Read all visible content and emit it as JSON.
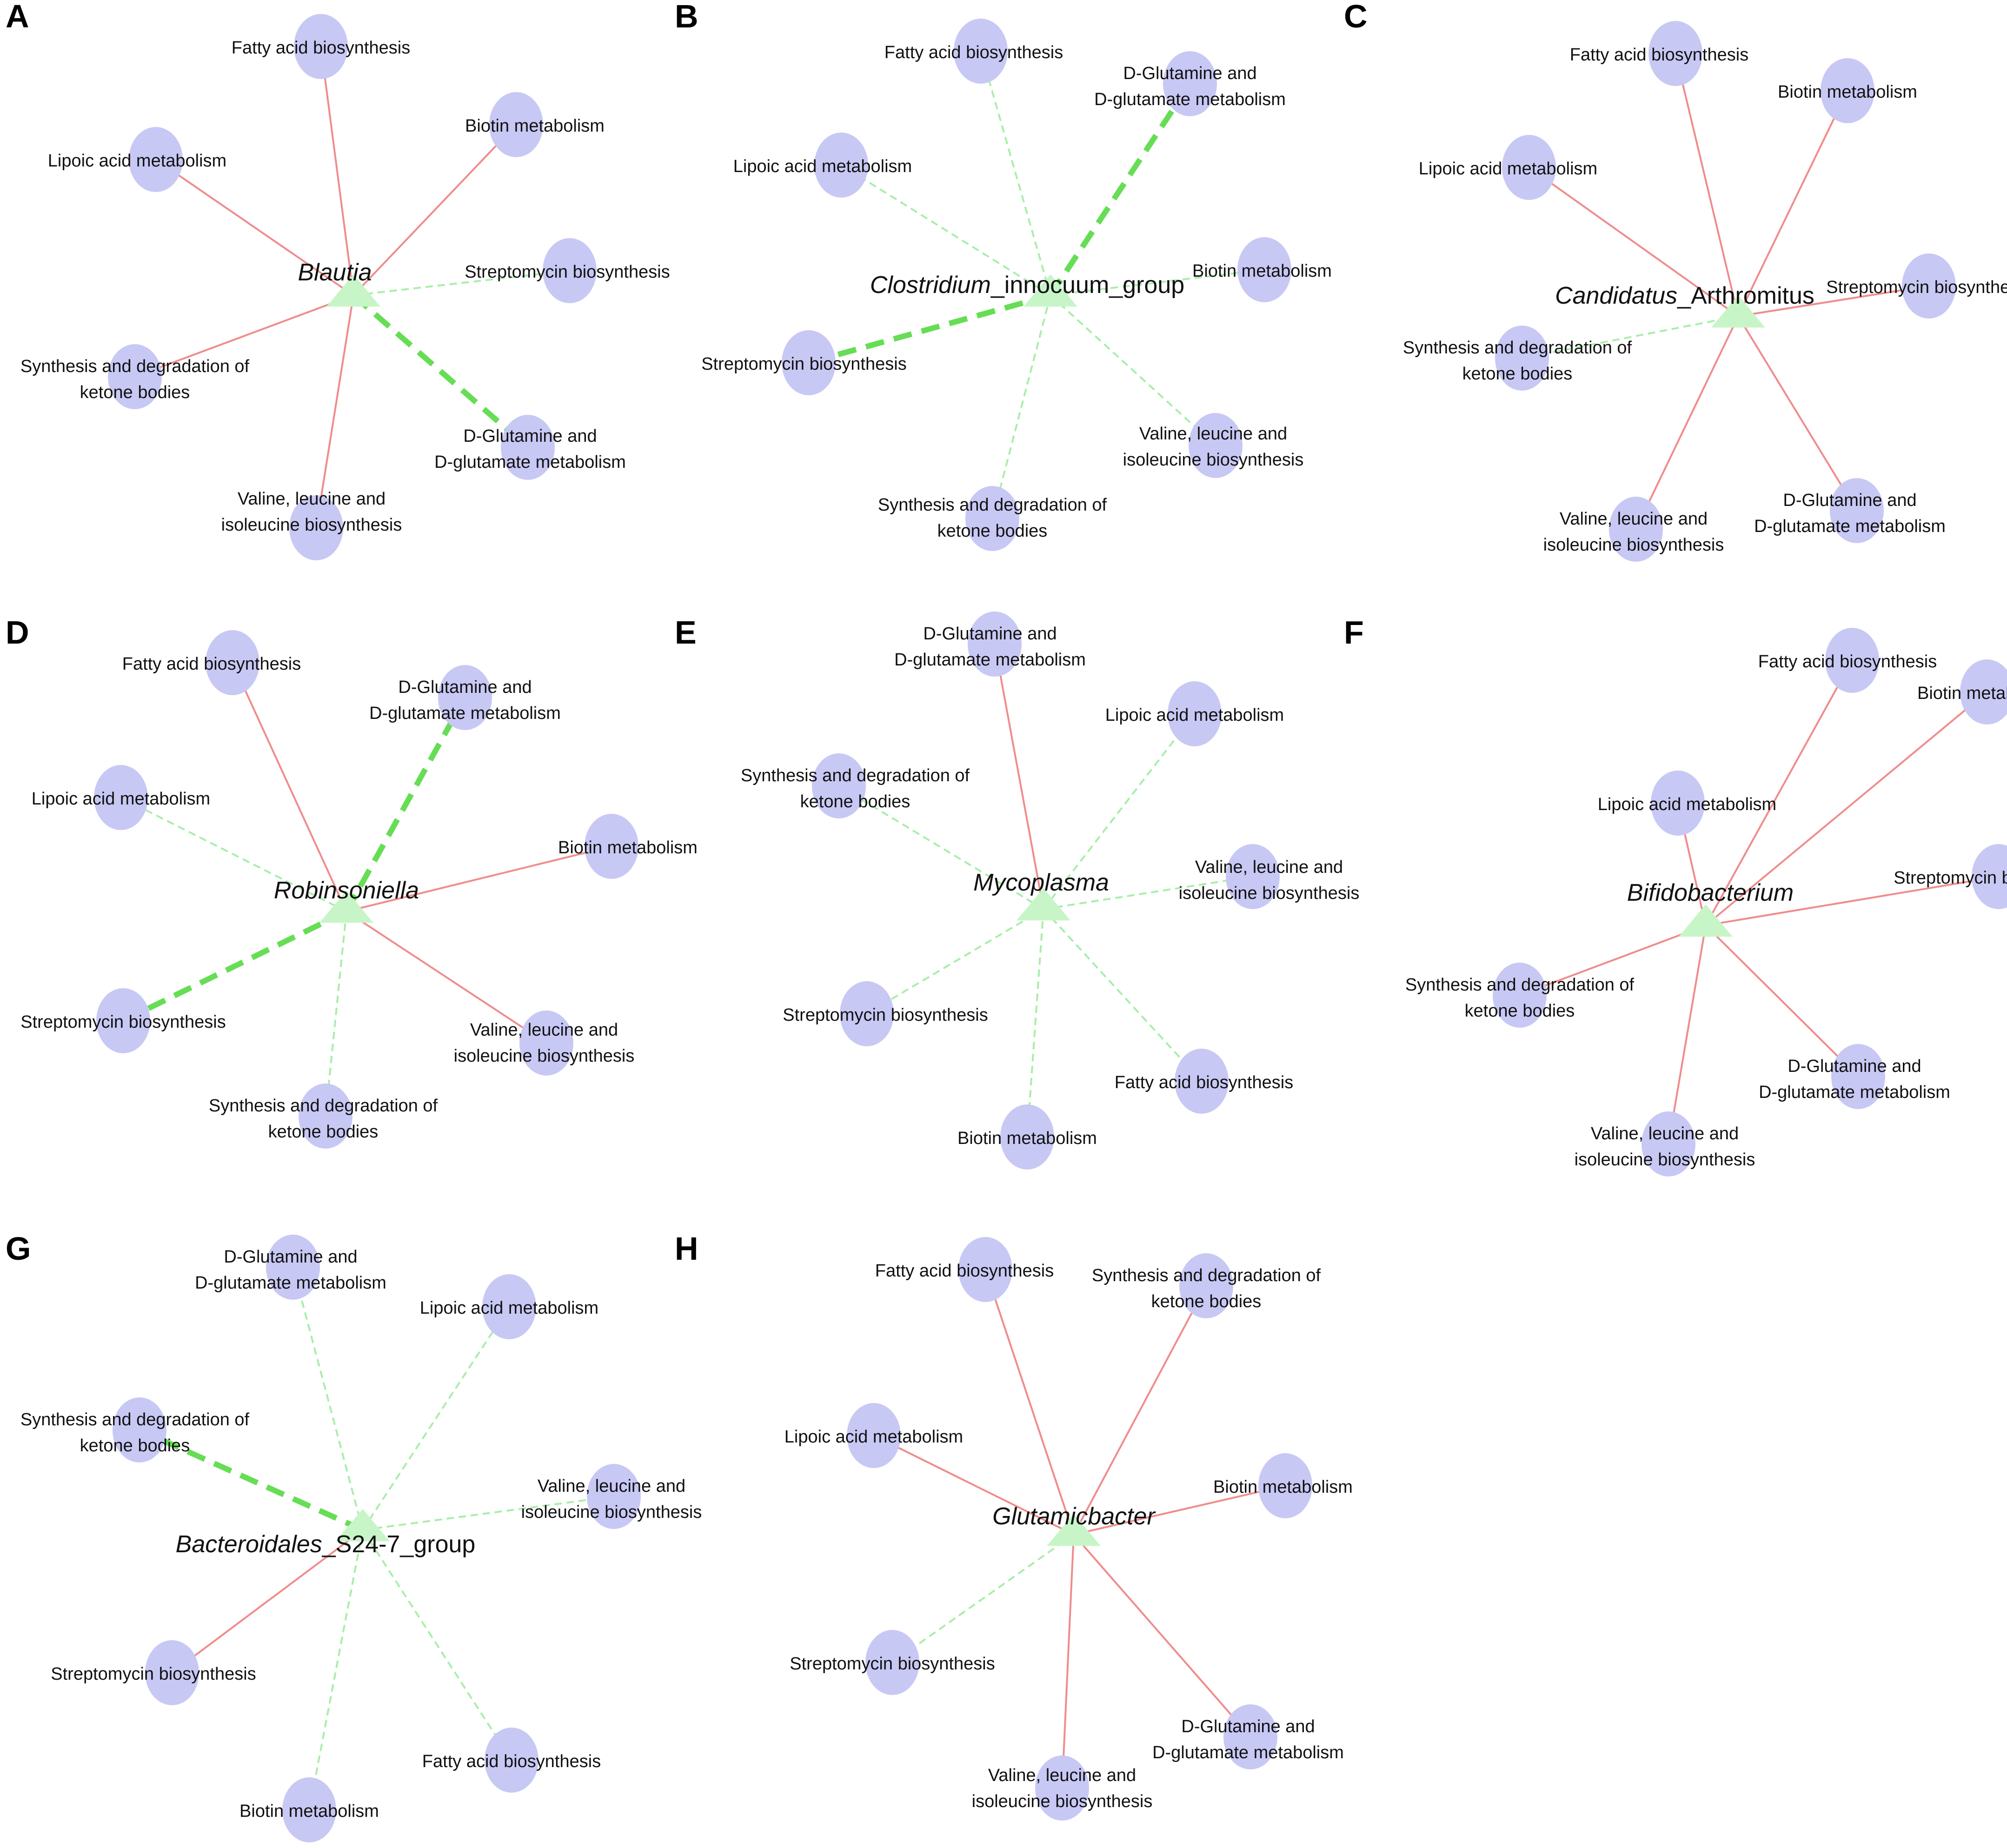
{
  "colors": {
    "node_fill": "#c8c8f5",
    "hub_fill": "#c8f5c8",
    "edge_positive": "#f08c8c",
    "edge_negative": "#a8eea8",
    "edge_negative_strong": "#66dd55",
    "text": "#111111"
  },
  "panels": [
    {
      "letter": "A",
      "hub": {
        "italic": "Blautia",
        "rest": ""
      },
      "nodes": [
        {
          "lines": [
            "Fatty acid biosynthesis"
          ],
          "edge": "pos",
          "w": 1
        },
        {
          "lines": [
            "Biotin metabolism"
          ],
          "edge": "pos",
          "w": 1
        },
        {
          "lines": [
            "Lipoic acid metabolism"
          ],
          "edge": "pos",
          "w": 1
        },
        {
          "lines": [
            "Streptomycin biosynthesis"
          ],
          "edge": "neg",
          "w": 1
        },
        {
          "lines": [
            "Synthesis and degradation of",
            "ketone bodies"
          ],
          "edge": "pos",
          "w": 1
        },
        {
          "lines": [
            "D-Glutamine and",
            "D-glutamate metabolism"
          ],
          "edge": "neg",
          "w": 3
        },
        {
          "lines": [
            "Valine, leucine and",
            "isoleucine biosynthesis"
          ],
          "edge": "pos",
          "w": 1
        }
      ]
    },
    {
      "letter": "B",
      "hub": {
        "italic": "Clostridium",
        "rest": "_innocuum_group"
      },
      "nodes": [
        {
          "lines": [
            "Fatty acid biosynthesis"
          ],
          "edge": "neg",
          "w": 1
        },
        {
          "lines": [
            "D-Glutamine and",
            "D-glutamate metabolism"
          ],
          "edge": "neg",
          "w": 3
        },
        {
          "lines": [
            "Lipoic acid metabolism"
          ],
          "edge": "neg",
          "w": 1
        },
        {
          "lines": [
            "Biotin metabolism"
          ],
          "edge": "neg",
          "w": 1
        },
        {
          "lines": [
            "Streptomycin biosynthesis"
          ],
          "edge": "neg",
          "w": 3
        },
        {
          "lines": [
            "Valine, leucine and",
            "isoleucine biosynthesis"
          ],
          "edge": "neg",
          "w": 1
        },
        {
          "lines": [
            "Synthesis and degradation of",
            "ketone bodies"
          ],
          "edge": "neg",
          "w": 1
        }
      ]
    },
    {
      "letter": "C",
      "hub": {
        "italic": "Candidatus",
        "rest": "_Arthromitus"
      },
      "nodes": [
        {
          "lines": [
            "Fatty acid biosynthesis"
          ],
          "edge": "pos",
          "w": 1
        },
        {
          "lines": [
            "Biotin metabolism"
          ],
          "edge": "pos",
          "w": 1
        },
        {
          "lines": [
            "Lipoic acid metabolism"
          ],
          "edge": "pos",
          "w": 1
        },
        {
          "lines": [
            "Streptomycin biosynthesis"
          ],
          "edge": "pos",
          "w": 1
        },
        {
          "lines": [
            "Synthesis and degradation of",
            "ketone bodies"
          ],
          "edge": "neg",
          "w": 1
        },
        {
          "lines": [
            "Valine, leucine and",
            "isoleucine biosynthesis"
          ],
          "edge": "pos",
          "w": 1
        },
        {
          "lines": [
            "D-Glutamine and",
            "D-glutamate metabolism"
          ],
          "edge": "pos",
          "w": 1
        }
      ]
    },
    {
      "letter": "D",
      "hub": {
        "italic": "Robinsoniella",
        "rest": ""
      },
      "nodes": [
        {
          "lines": [
            "Fatty acid biosynthesis"
          ],
          "edge": "pos",
          "w": 1
        },
        {
          "lines": [
            "D-Glutamine and",
            "D-glutamate metabolism"
          ],
          "edge": "neg",
          "w": 3
        },
        {
          "lines": [
            "Lipoic acid metabolism"
          ],
          "edge": "neg",
          "w": 1
        },
        {
          "lines": [
            "Biotin metabolism"
          ],
          "edge": "pos",
          "w": 1
        },
        {
          "lines": [
            "Streptomycin biosynthesis"
          ],
          "edge": "neg",
          "w": 3
        },
        {
          "lines": [
            "Valine, leucine and",
            "isoleucine biosynthesis"
          ],
          "edge": "pos",
          "w": 1
        },
        {
          "lines": [
            "Synthesis and degradation of",
            "ketone bodies"
          ],
          "edge": "neg",
          "w": 1
        }
      ]
    },
    {
      "letter": "E",
      "hub": {
        "italic": "Mycoplasma",
        "rest": ""
      },
      "nodes": [
        {
          "lines": [
            "D-Glutamine and",
            "D-glutamate metabolism"
          ],
          "edge": "pos",
          "w": 1
        },
        {
          "lines": [
            "Lipoic acid metabolism"
          ],
          "edge": "neg",
          "w": 1
        },
        {
          "lines": [
            "Synthesis and degradation of",
            "ketone bodies"
          ],
          "edge": "neg",
          "w": 1
        },
        {
          "lines": [
            "Valine, leucine and",
            "isoleucine biosynthesis"
          ],
          "edge": "neg",
          "w": 1
        },
        {
          "lines": [
            "Streptomycin biosynthesis"
          ],
          "edge": "neg",
          "w": 1
        },
        {
          "lines": [
            "Fatty acid biosynthesis"
          ],
          "edge": "neg",
          "w": 1
        },
        {
          "lines": [
            "Biotin metabolism"
          ],
          "edge": "neg",
          "w": 1
        }
      ]
    },
    {
      "letter": "F",
      "hub": {
        "italic": "Bifidobacterium",
        "rest": ""
      },
      "nodes": [
        {
          "lines": [
            "Fatty acid biosynthesis"
          ],
          "edge": "pos",
          "w": 1
        },
        {
          "lines": [
            "Biotin metabolism"
          ],
          "edge": "pos",
          "w": 1
        },
        {
          "lines": [
            "Lipoic acid metabolism"
          ],
          "edge": "pos",
          "w": 1
        },
        {
          "lines": [
            "Streptomycin biosynthesis"
          ],
          "edge": "pos",
          "w": 1
        },
        {
          "lines": [
            "Synthesis and degradation of",
            "ketone bodies"
          ],
          "edge": "pos",
          "w": 1
        },
        {
          "lines": [
            "D-Glutamine and",
            "D-glutamate metabolism"
          ],
          "edge": "pos",
          "w": 1
        },
        {
          "lines": [
            "Valine, leucine and",
            "isoleucine biosynthesis"
          ],
          "edge": "pos",
          "w": 1
        }
      ]
    },
    {
      "letter": "G",
      "hub": {
        "italic": "Bacteroidales",
        "rest": "_S24-7_group"
      },
      "nodes": [
        {
          "lines": [
            "D-Glutamine and",
            "D-glutamate metabolism"
          ],
          "edge": "neg",
          "w": 1
        },
        {
          "lines": [
            "Lipoic acid metabolism"
          ],
          "edge": "neg",
          "w": 1
        },
        {
          "lines": [
            "Synthesis and degradation of",
            "ketone bodies"
          ],
          "edge": "neg",
          "w": 3
        },
        {
          "lines": [
            "Valine, leucine and",
            "isoleucine biosynthesis"
          ],
          "edge": "neg",
          "w": 1
        },
        {
          "lines": [
            "Streptomycin biosynthesis"
          ],
          "edge": "pos",
          "w": 1
        },
        {
          "lines": [
            "Fatty acid biosynthesis"
          ],
          "edge": "neg",
          "w": 1
        },
        {
          "lines": [
            "Biotin metabolism"
          ],
          "edge": "neg",
          "w": 1
        }
      ]
    },
    {
      "letter": "H",
      "hub": {
        "italic": "Glutamicbacter",
        "rest": ""
      },
      "nodes": [
        {
          "lines": [
            "Fatty acid biosynthesis"
          ],
          "edge": "pos",
          "w": 1
        },
        {
          "lines": [
            "Synthesis and degradation of",
            "ketone bodies"
          ],
          "edge": "pos",
          "w": 1
        },
        {
          "lines": [
            "Lipoic acid metabolism"
          ],
          "edge": "pos",
          "w": 1
        },
        {
          "lines": [
            "Biotin metabolism"
          ],
          "edge": "pos",
          "w": 1
        },
        {
          "lines": [
            "Streptomycin biosynthesis"
          ],
          "edge": "neg",
          "w": 1
        },
        {
          "lines": [
            "D-Glutamine and",
            "D-glutamate metabolism"
          ],
          "edge": "pos",
          "w": 1
        },
        {
          "lines": [
            "Valine, leucine and",
            "isoleucine biosynthesis"
          ],
          "edge": "pos",
          "w": 1
        }
      ]
    }
  ]
}
